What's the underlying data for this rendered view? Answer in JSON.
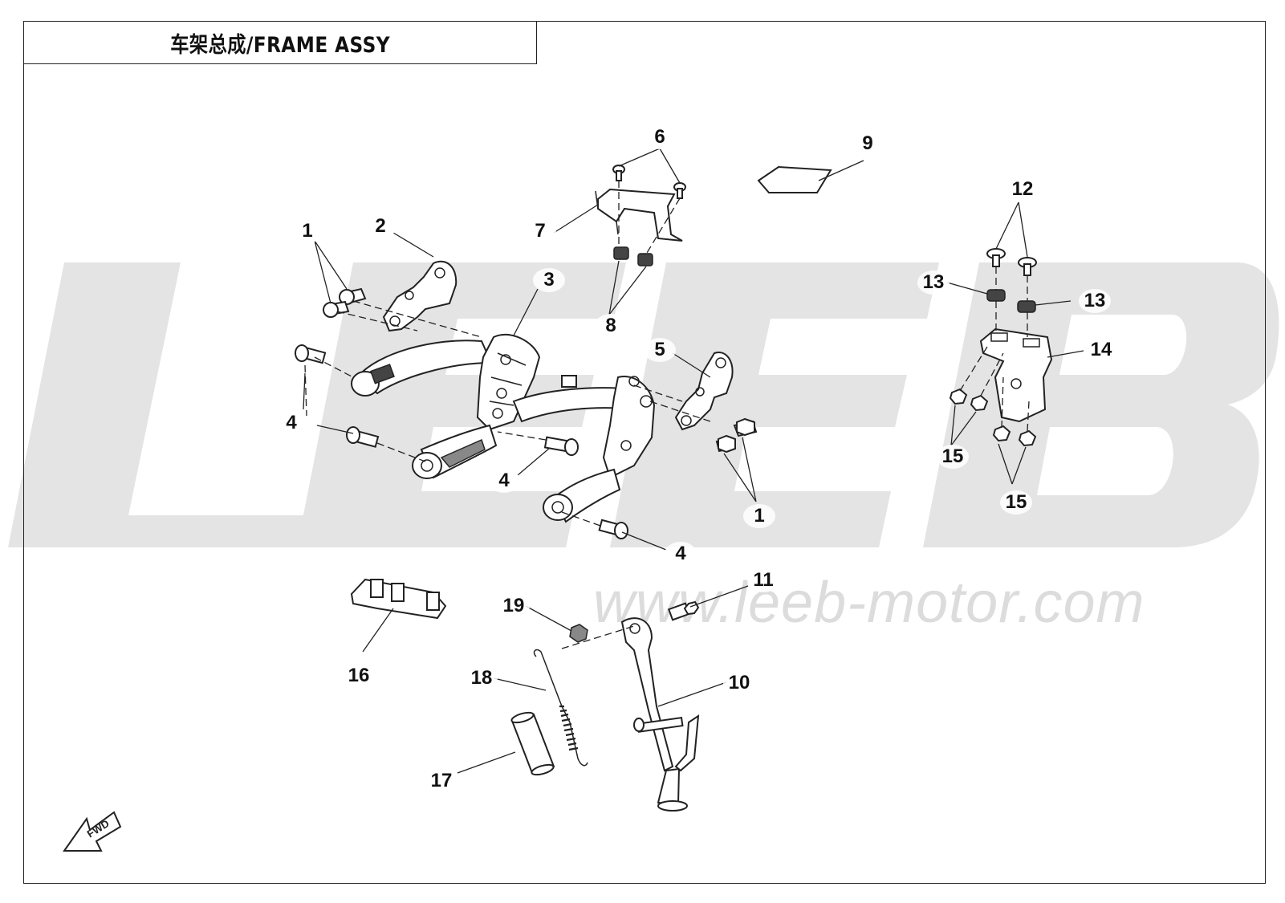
{
  "title": "车架总成/FRAME ASSY",
  "watermark": {
    "letters": "LEEB",
    "url": "www.leeb-motor.com"
  },
  "fwd_label": "FWD",
  "callouts": [
    {
      "id": "c1a",
      "label": "1"
    },
    {
      "id": "c2",
      "label": "2"
    },
    {
      "id": "c3",
      "label": "3"
    },
    {
      "id": "c4a",
      "label": "4"
    },
    {
      "id": "c4b",
      "label": "4"
    },
    {
      "id": "c4c",
      "label": "4"
    },
    {
      "id": "c5",
      "label": "5"
    },
    {
      "id": "c1b",
      "label": "1"
    },
    {
      "id": "c6",
      "label": "6"
    },
    {
      "id": "c7",
      "label": "7"
    },
    {
      "id": "c8",
      "label": "8"
    },
    {
      "id": "c9",
      "label": "9"
    },
    {
      "id": "c12",
      "label": "12"
    },
    {
      "id": "c13a",
      "label": "13"
    },
    {
      "id": "c13b",
      "label": "13"
    },
    {
      "id": "c14",
      "label": "14"
    },
    {
      "id": "c15a",
      "label": "15"
    },
    {
      "id": "c15b",
      "label": "15"
    },
    {
      "id": "c11",
      "label": "11"
    },
    {
      "id": "c19",
      "label": "19"
    },
    {
      "id": "c16",
      "label": "16"
    },
    {
      "id": "c18",
      "label": "18"
    },
    {
      "id": "c10",
      "label": "10"
    },
    {
      "id": "c17",
      "label": "17"
    }
  ],
  "colors": {
    "line": "#222222",
    "watermark": "#e3e3e3",
    "background": "#ffffff"
  }
}
